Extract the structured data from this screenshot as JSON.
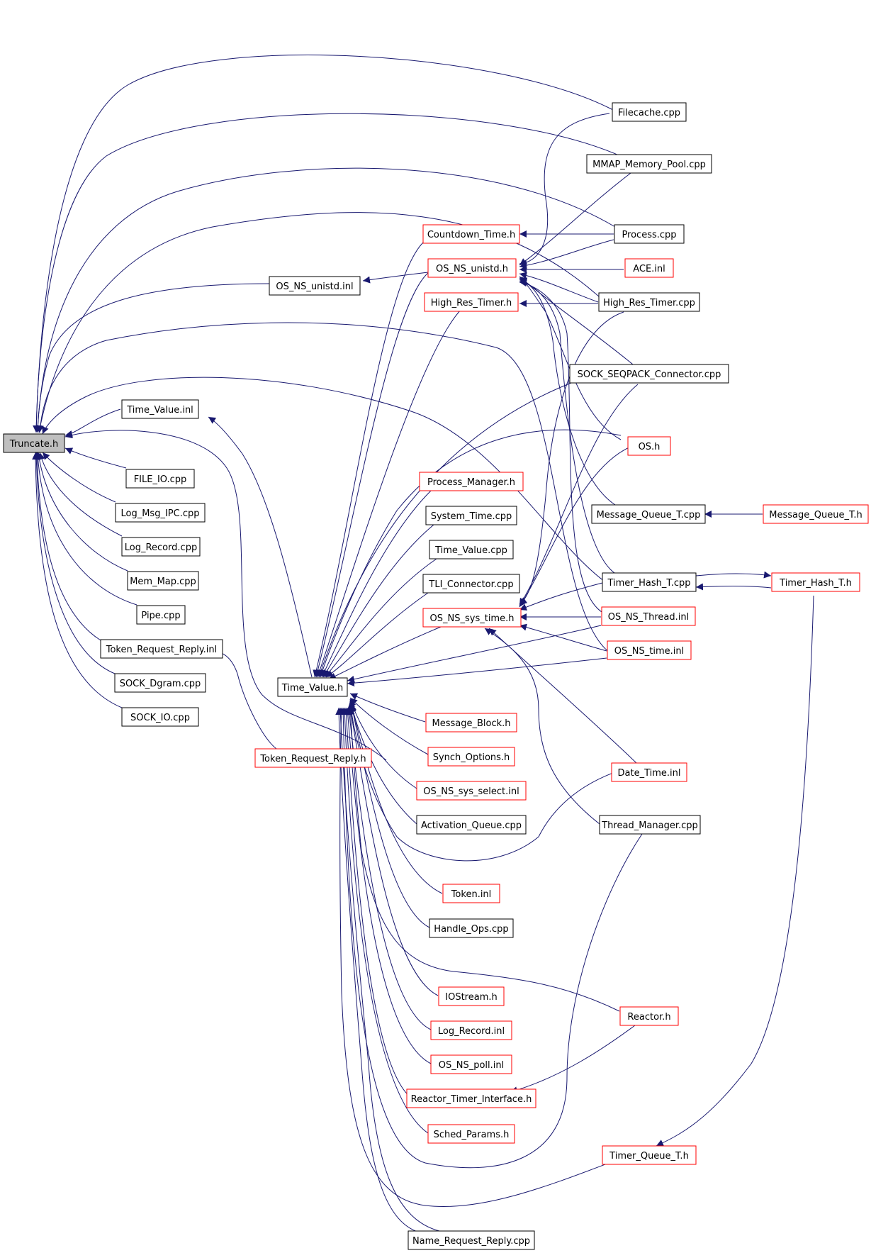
{
  "colors": {
    "edge": "#191970",
    "root_fill": "#bfbfbf",
    "border_black": "#000000",
    "border_red": "#ff0000",
    "text": "#000000"
  },
  "nodes": [
    {
      "id": "truncate_h",
      "label": "Truncate.h",
      "style": "root"
    },
    {
      "id": "filecache_cpp",
      "label": "Filecache.cpp",
      "style": "black"
    },
    {
      "id": "mmap_memory_pool_cpp",
      "label": "MMAP_Memory_Pool.cpp",
      "style": "black"
    },
    {
      "id": "countdown_time_h",
      "label": "Countdown_Time.h",
      "style": "red"
    },
    {
      "id": "process_cpp",
      "label": "Process.cpp",
      "style": "black"
    },
    {
      "id": "os_ns_unistd_h",
      "label": "OS_NS_unistd.h",
      "style": "red"
    },
    {
      "id": "ace_inl",
      "label": "ACE.inl",
      "style": "red"
    },
    {
      "id": "os_ns_unistd_inl",
      "label": "OS_NS_unistd.inl",
      "style": "black"
    },
    {
      "id": "high_res_timer_h",
      "label": "High_Res_Timer.h",
      "style": "red"
    },
    {
      "id": "high_res_timer_cpp",
      "label": "High_Res_Timer.cpp",
      "style": "black"
    },
    {
      "id": "sock_seqpack_connector_cpp",
      "label": "SOCK_SEQPACK_Connector.cpp",
      "style": "black"
    },
    {
      "id": "time_value_inl",
      "label": "Time_Value.inl",
      "style": "black"
    },
    {
      "id": "os_h",
      "label": "OS.h",
      "style": "red"
    },
    {
      "id": "file_io_cpp",
      "label": "FILE_IO.cpp",
      "style": "black"
    },
    {
      "id": "process_manager_h",
      "label": "Process_Manager.h",
      "style": "red"
    },
    {
      "id": "log_msg_ipc_cpp",
      "label": "Log_Msg_IPC.cpp",
      "style": "black"
    },
    {
      "id": "system_time_cpp",
      "label": "System_Time.cpp",
      "style": "black"
    },
    {
      "id": "message_queue_t_cpp",
      "label": "Message_Queue_T.cpp",
      "style": "black"
    },
    {
      "id": "message_queue_t_h",
      "label": "Message_Queue_T.h",
      "style": "red"
    },
    {
      "id": "log_record_cpp",
      "label": "Log_Record.cpp",
      "style": "black"
    },
    {
      "id": "time_value_cpp",
      "label": "Time_Value.cpp",
      "style": "black"
    },
    {
      "id": "mem_map_cpp",
      "label": "Mem_Map.cpp",
      "style": "black"
    },
    {
      "id": "tli_connector_cpp",
      "label": "TLI_Connector.cpp",
      "style": "black"
    },
    {
      "id": "timer_hash_t_cpp",
      "label": "Timer_Hash_T.cpp",
      "style": "black"
    },
    {
      "id": "timer_hash_t_h",
      "label": "Timer_Hash_T.h",
      "style": "red"
    },
    {
      "id": "pipe_cpp",
      "label": "Pipe.cpp",
      "style": "black"
    },
    {
      "id": "os_ns_sys_time_h",
      "label": "OS_NS_sys_time.h",
      "style": "red"
    },
    {
      "id": "os_ns_thread_inl",
      "label": "OS_NS_Thread.inl",
      "style": "red"
    },
    {
      "id": "token_request_reply_inl",
      "label": "Token_Request_Reply.inl",
      "style": "black"
    },
    {
      "id": "os_ns_time_inl",
      "label": "OS_NS_time.inl",
      "style": "red"
    },
    {
      "id": "sock_dgram_cpp",
      "label": "SOCK_Dgram.cpp",
      "style": "black"
    },
    {
      "id": "time_value_h",
      "label": "Time_Value.h",
      "style": "black"
    },
    {
      "id": "sock_io_cpp",
      "label": "SOCK_IO.cpp",
      "style": "black"
    },
    {
      "id": "message_block_h",
      "label": "Message_Block.h",
      "style": "red"
    },
    {
      "id": "token_request_reply_h",
      "label": "Token_Request_Reply.h",
      "style": "red"
    },
    {
      "id": "synch_options_h",
      "label": "Synch_Options.h",
      "style": "red"
    },
    {
      "id": "date_time_inl",
      "label": "Date_Time.inl",
      "style": "red"
    },
    {
      "id": "os_ns_sys_select_inl",
      "label": "OS_NS_sys_select.inl",
      "style": "red"
    },
    {
      "id": "activation_queue_cpp",
      "label": "Activation_Queue.cpp",
      "style": "black"
    },
    {
      "id": "thread_manager_cpp",
      "label": "Thread_Manager.cpp",
      "style": "black"
    },
    {
      "id": "token_inl",
      "label": "Token.inl",
      "style": "red"
    },
    {
      "id": "handle_ops_cpp",
      "label": "Handle_Ops.cpp",
      "style": "black"
    },
    {
      "id": "iostream_h",
      "label": "IOStream.h",
      "style": "red"
    },
    {
      "id": "reactor_h",
      "label": "Reactor.h",
      "style": "red"
    },
    {
      "id": "log_record_inl",
      "label": "Log_Record.inl",
      "style": "red"
    },
    {
      "id": "os_ns_poll_inl",
      "label": "OS_NS_poll.inl",
      "style": "red"
    },
    {
      "id": "reactor_timer_interface_h",
      "label": "Reactor_Timer_Interface.h",
      "style": "red"
    },
    {
      "id": "sched_params_h",
      "label": "Sched_Params.h",
      "style": "red"
    },
    {
      "id": "timer_queue_t_h",
      "label": "Timer_Queue_T.h",
      "style": "red"
    },
    {
      "id": "name_request_reply_cpp",
      "label": "Name_Request_Reply.cpp",
      "style": "black"
    }
  ]
}
